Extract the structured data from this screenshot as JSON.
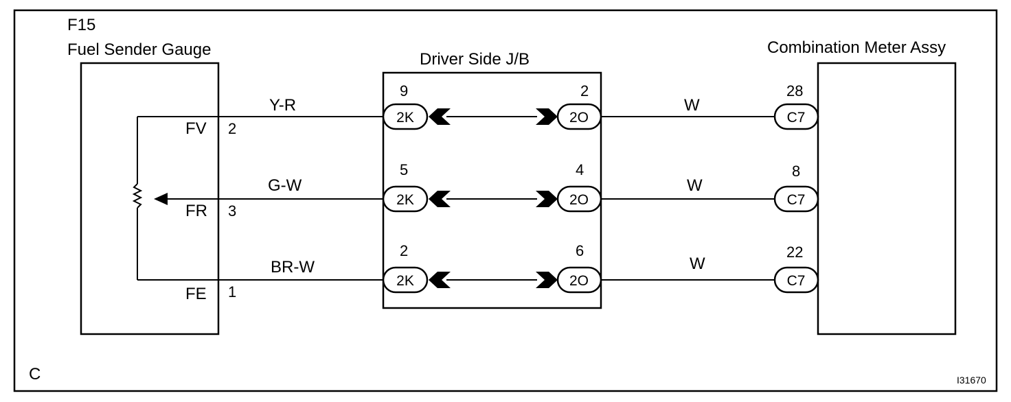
{
  "frame_corner_label": "C",
  "figure_id": "I31670",
  "left_component": {
    "code": "F15",
    "name": "Fuel Sender Gauge"
  },
  "junction_block": {
    "name": "Driver Side J/B"
  },
  "right_component": {
    "name": "Combination Meter Assy"
  },
  "circuits": [
    {
      "terminal": "FV",
      "pin": "2",
      "wire_left": "Y-R",
      "jb_left_pin": "9",
      "jb_left_connector": "2K",
      "jb_right_pin": "2",
      "jb_right_connector": "2O",
      "wire_right": "W",
      "meter_pin": "28",
      "meter_connector": "C7"
    },
    {
      "terminal": "FR",
      "pin": "3",
      "wire_left": "G-W",
      "jb_left_pin": "5",
      "jb_left_connector": "2K",
      "jb_right_pin": "4",
      "jb_right_connector": "2O",
      "wire_right": "W",
      "meter_pin": "8",
      "meter_connector": "C7"
    },
    {
      "terminal": "FE",
      "pin": "1",
      "wire_left": "BR-W",
      "jb_left_pin": "2",
      "jb_left_connector": "2K",
      "jb_right_pin": "6",
      "jb_right_connector": "2O",
      "wire_right": "W",
      "meter_pin": "22",
      "meter_connector": "C7"
    }
  ]
}
